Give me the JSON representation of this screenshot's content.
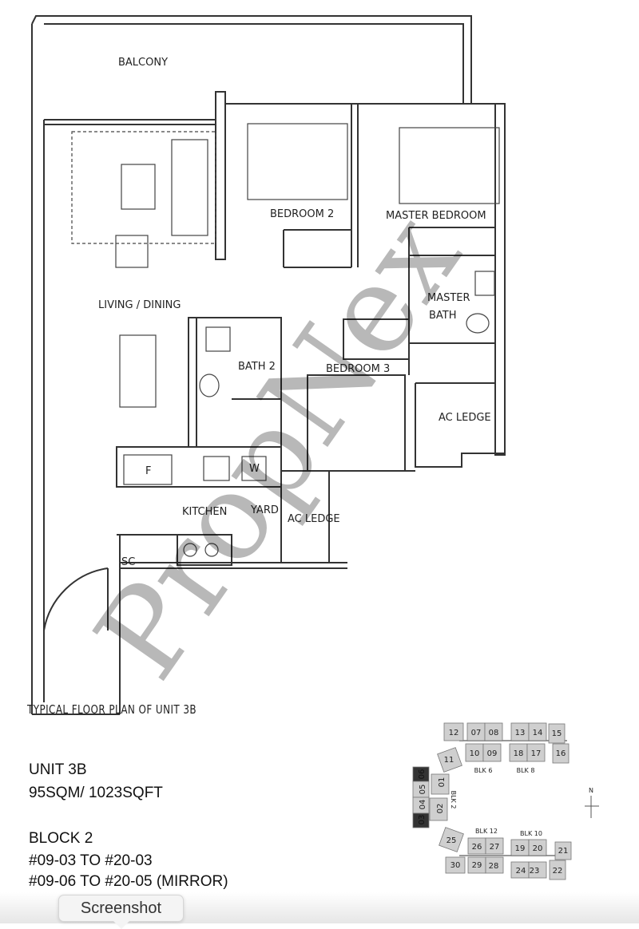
{
  "floor_plan": {
    "rooms": {
      "balcony": "BALCONY",
      "bedroom2": "BEDROOM 2",
      "master_bedroom": "MASTER BEDROOM",
      "living_dining": "LIVING / DINING",
      "master_bath_line1": "MASTER",
      "master_bath_line2": "BATH",
      "bath2": "BATH 2",
      "bedroom3": "BEDROOM 3",
      "ac_ledge_1": "AC LEDGE",
      "kitchen": "KITCHEN",
      "yard": "YARD",
      "ac_ledge_2": "AC LEDGE",
      "sc": "SC",
      "fridge": "F",
      "washer": "W"
    },
    "watermark": "PropNex",
    "title": "TYPICAL FLOOR PLAN OF UNIT 3B"
  },
  "unit_info": {
    "unit": "UNIT 3B",
    "area": "95SQM/ 1023SQFT",
    "block": "BLOCK 2",
    "range1": "#09-03 TO #20-03",
    "range2": "#09-06 TO #20-05 (MIRROR)"
  },
  "site_plan": {
    "blocks": {
      "blk6": "BLK 6",
      "blk8": "BLK 8",
      "blk2": "BLK 2",
      "blk12": "BLK 12",
      "blk10": "BLK 10"
    },
    "north": "N",
    "units": [
      "12",
      "07",
      "08",
      "13",
      "14",
      "15",
      "11",
      "10",
      "09",
      "18",
      "17",
      "16",
      "06",
      "05",
      "04",
      "03",
      "01",
      "02",
      "25",
      "26",
      "27",
      "19",
      "20",
      "21",
      "30",
      "29",
      "28",
      "24",
      "23",
      "22"
    ]
  },
  "tooltip": {
    "label": "Screenshot"
  }
}
